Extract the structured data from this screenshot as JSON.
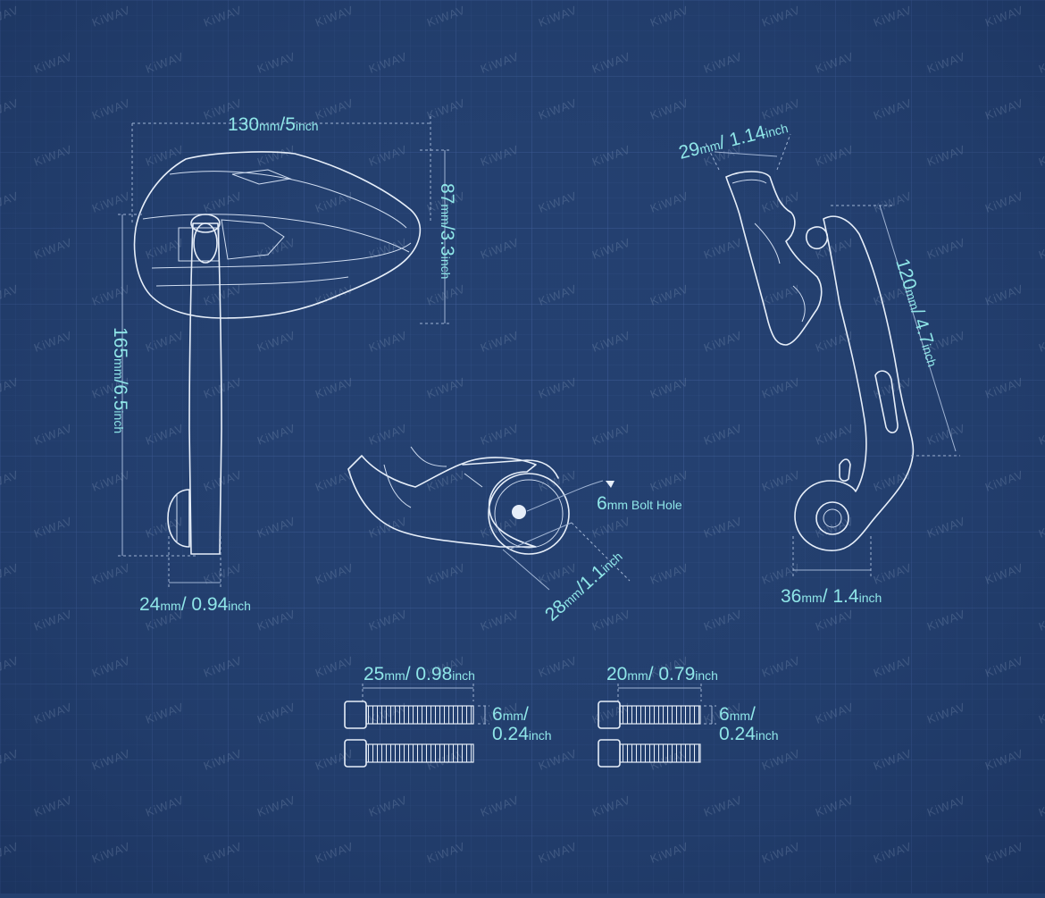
{
  "watermark": "KiWAV",
  "colors": {
    "background": "#24406f",
    "grid": "#3a5688",
    "dimension_text": "#8fe6e8",
    "outline": "#e6eef9"
  },
  "dimensions": {
    "width_top": {
      "mm": "130",
      "mm_unit": "mm",
      "sep": "/",
      "inch": "5",
      "inch_unit": "inch"
    },
    "height_head": {
      "mm": "87",
      "mm_unit": "mm",
      "sep": "/",
      "inch": "3.3",
      "inch_unit": "inch"
    },
    "total_height": {
      "mm": "165",
      "mm_unit": "mm",
      "sep": "/",
      "inch": "6.5",
      "inch_unit": "inch"
    },
    "clamp_width": {
      "mm": "24",
      "mm_unit": "mm",
      "sep": "/",
      "inch": "0.94",
      "inch_unit": "inch"
    },
    "side_head": {
      "mm": "29",
      "mm_unit": "mm",
      "sep": "/",
      "inch": "1.14",
      "inch_unit": "inch"
    },
    "side_arm": {
      "mm": "120",
      "mm_unit": "mm",
      "sep": "/",
      "inch": "4.7",
      "inch_unit": "inch"
    },
    "side_base": {
      "mm": "36",
      "mm_unit": "mm",
      "sep": "/",
      "inch": "1.4",
      "inch_unit": "inch"
    },
    "bolt_hole": {
      "mm": "6",
      "mm_unit": "mm",
      "label": "Bolt Hole"
    },
    "clamp_diameter": {
      "mm": "28",
      "mm_unit": "mm",
      "sep": "/",
      "inch": "1.1",
      "inch_unit": "inch"
    }
  },
  "bolts": [
    {
      "length_mm": "25",
      "length_inch": "0.98",
      "dia_mm": "6",
      "dia_inch": "0.24",
      "mm_unit": "mm",
      "inch_unit": "inch",
      "sep": "/"
    },
    {
      "length_mm": "20",
      "length_inch": "0.79",
      "dia_mm": "6",
      "dia_inch": "0.24",
      "mm_unit": "mm",
      "inch_unit": "inch",
      "sep": "/"
    }
  ]
}
